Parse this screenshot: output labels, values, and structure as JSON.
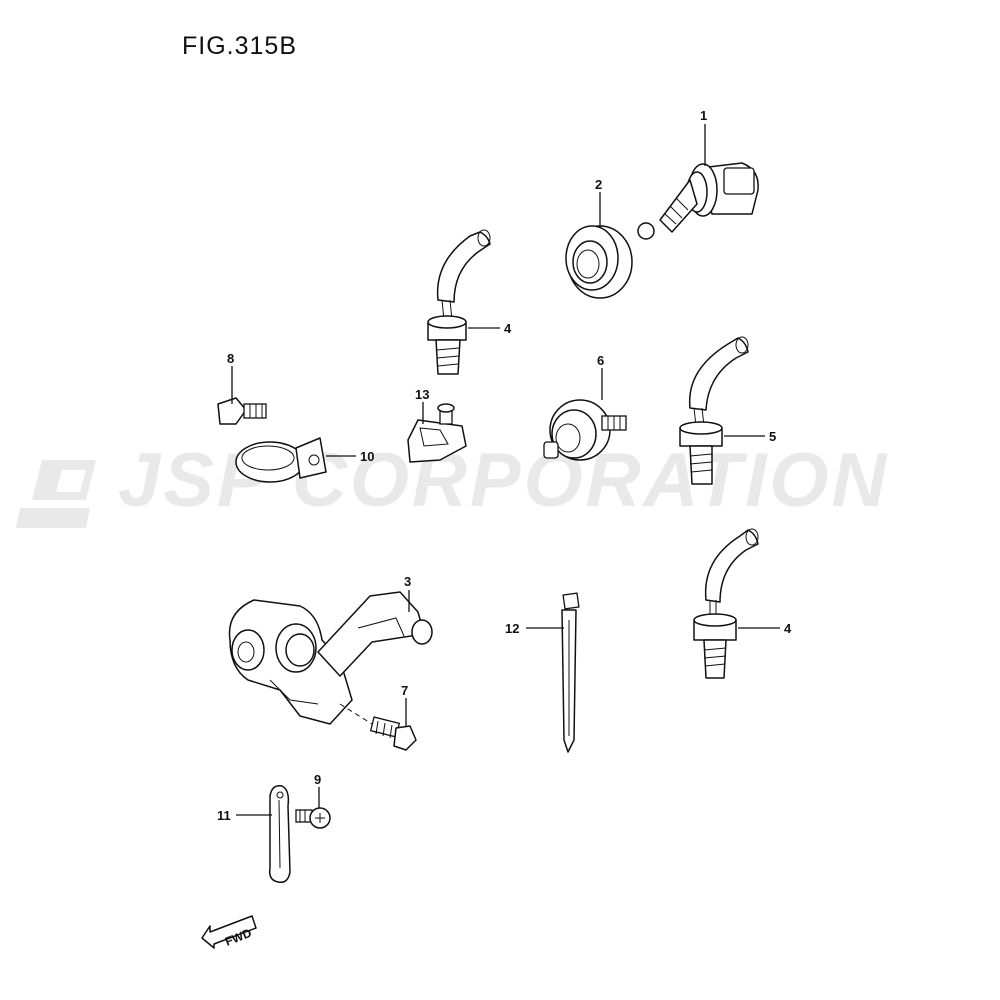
{
  "figure": {
    "title": "FIG.315B",
    "watermark": "JSP CORPORATION",
    "direction_label": "FWD"
  },
  "callouts": [
    {
      "id": "c1",
      "label": "1"
    },
    {
      "id": "c2",
      "label": "2"
    },
    {
      "id": "c3",
      "label": "3"
    },
    {
      "id": "c4a",
      "label": "4"
    },
    {
      "id": "c4b",
      "label": "4"
    },
    {
      "id": "c5",
      "label": "5"
    },
    {
      "id": "c6",
      "label": "6"
    },
    {
      "id": "c7",
      "label": "7"
    },
    {
      "id": "c8",
      "label": "8"
    },
    {
      "id": "c9",
      "label": "9"
    },
    {
      "id": "c10",
      "label": "10"
    },
    {
      "id": "c11",
      "label": "11"
    },
    {
      "id": "c12",
      "label": "12"
    },
    {
      "id": "c13",
      "label": "13"
    }
  ],
  "colors": {
    "line": "#111111",
    "watermark": "#e9e9e9",
    "background": "#ffffff"
  }
}
